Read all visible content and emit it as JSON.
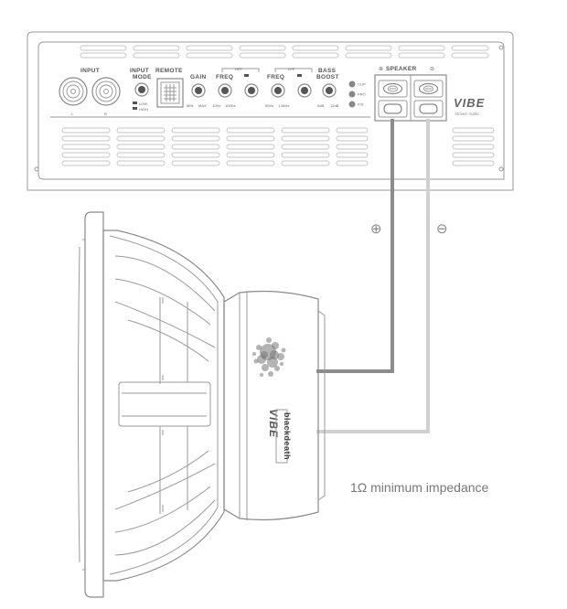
{
  "amplifier": {
    "input_label": "INPUT",
    "input_left": "L",
    "input_right": "R",
    "input_mode_label_1": "INPUT",
    "input_mode_label_2": "MODE",
    "input_mode_low": "LOW",
    "input_mode_high": "HIGH",
    "remote_label": "REMOTE",
    "gain_label": "GAIN",
    "gain_min": "MIN",
    "gain_max": "MAX",
    "hpf_group_label": "HPF",
    "hpf_freq_label": "FREQ",
    "hpf_freq_low": "10Hz",
    "hpf_freq_high": "100Hz",
    "lpf_group_label": "LPF",
    "lpf_freq_label": "FREQ",
    "lpf_freq_low": "50Hz",
    "lpf_freq_high": "1.5kHz",
    "bass_boost_label_1": "BASS",
    "bass_boost_label_2": "BOOST",
    "bass_boost_low": "0dB",
    "bass_boost_high": "12dB",
    "led_1": "CLIP",
    "led_2": "PRO",
    "led_3": "P/S",
    "speaker_label": "SPEAKER",
    "brand_logo": "VIBE",
    "brand_sub": "Driven Audio"
  },
  "wiring": {
    "positive_symbol": "⊕",
    "negative_symbol": "⊖",
    "positive_color": "#8c8c8c",
    "negative_color": "#d0d0d0"
  },
  "subwoofer": {
    "logo": "VIBE",
    "model": "blackdeath"
  },
  "caption": "1Ω minimum impedance"
}
